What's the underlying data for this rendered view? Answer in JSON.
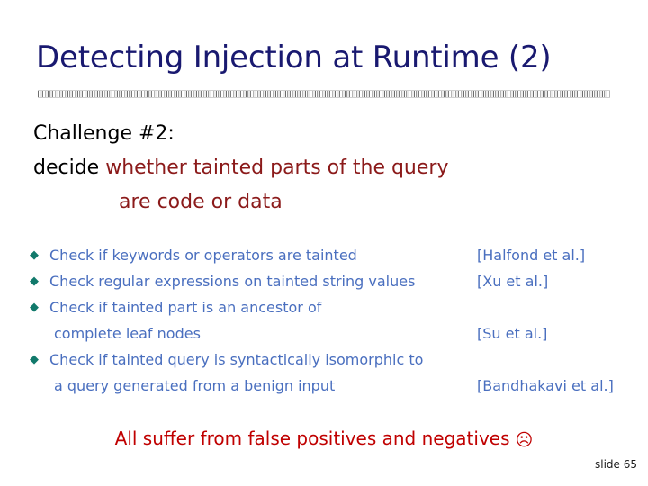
{
  "slide": {
    "title": "Detecting Injection at Runtime (2)",
    "slide_number_label": "slide 65"
  },
  "colors": {
    "title": "#191970",
    "challenge_black": "#000000",
    "challenge_red": "#8b1a1a",
    "bullet_diamond": "#11796b",
    "bullet_text": "#4a6fbf",
    "citation_text": "#4a6fbf",
    "summary_red": "#c00000"
  },
  "challenge": {
    "heading": "Challenge #2:",
    "line2_black": "decide ",
    "line2_red": "whether tainted parts of the query",
    "line3_red": "are code or data"
  },
  "rows": [
    {
      "bullet": "◆",
      "text": "Check if keywords or operators are tainted",
      "citation": "[Halfond et al.]"
    },
    {
      "bullet": "◆",
      "text": "Check regular expressions on tainted string values",
      "citation": "[Xu et al.]"
    },
    {
      "bullet": "◆",
      "text": "Check if tainted part is an ancestor of",
      "citation": ""
    },
    {
      "bullet": "",
      "text": "complete leaf nodes",
      "citation": "[Su et al.]"
    },
    {
      "bullet": "◆",
      "text": "Check if tainted query is syntactically isomorphic to",
      "citation": ""
    },
    {
      "bullet": "",
      "text": "a query generated from a benign input",
      "citation": "[Bandhakavi et al.]"
    }
  ],
  "summary": {
    "text": "All suffer from false positives and negatives",
    "emoji": "☹"
  }
}
